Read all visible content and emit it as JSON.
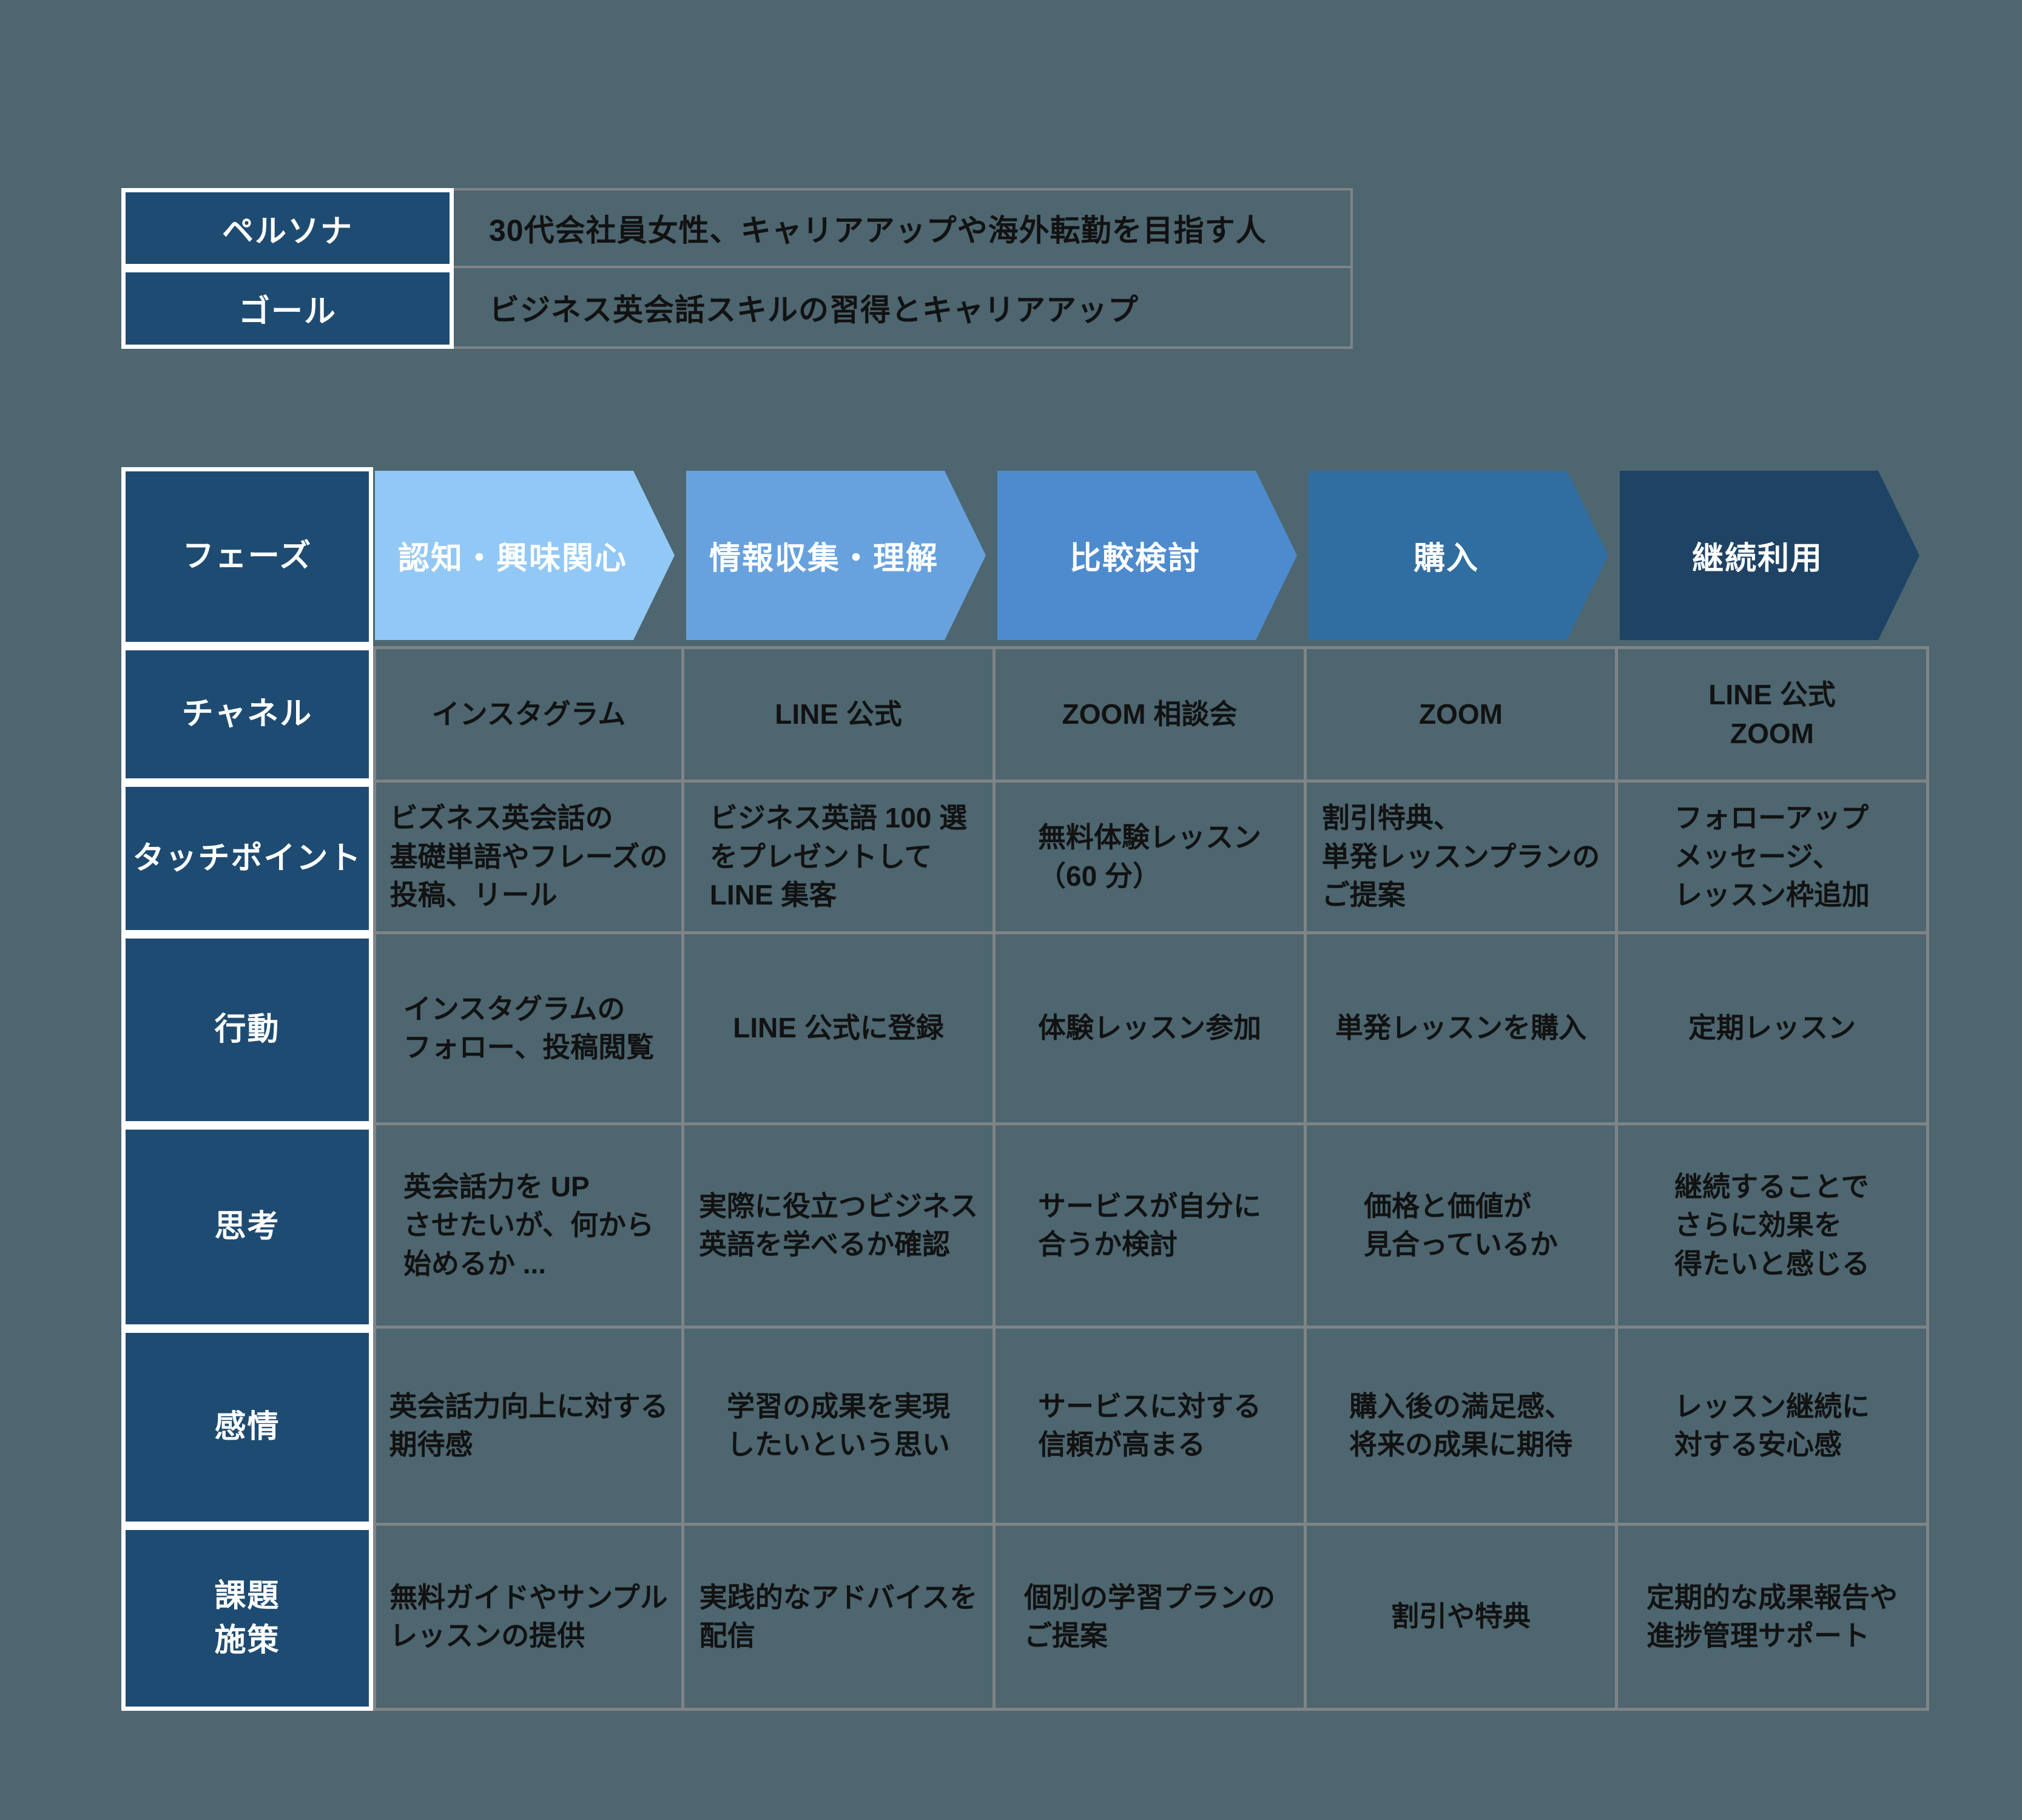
{
  "colors": {
    "background": "#4d6670",
    "header_navy": "#1e4b72",
    "grid_gray": "#7f8487",
    "text_black": "#121212",
    "text_white": "#ffffff",
    "phase_arrow_colors": [
      "#92c8f5",
      "#67a2de",
      "#4d8bce",
      "#306da1",
      "#1e4365"
    ]
  },
  "info_table": {
    "persona_label": "ペルソナ",
    "persona_value": "30代会社員女性、キャリアアップや海外転勤を目指す人",
    "goal_label": "ゴール",
    "goal_value": "ビジネス英会話スキルの習得とキャリアアップ"
  },
  "journey": {
    "row_headers": {
      "phase": "フェーズ",
      "channel": "チャネル",
      "touchpoint": "タッチポイント",
      "action": "行動",
      "thinking": "思考",
      "emotion": "感情",
      "initiatives": "課題\n施策"
    },
    "phases": [
      "認知・興味関心",
      "情報収集・理解",
      "比較検討",
      "購入",
      "継続利用"
    ],
    "channel": [
      "インスタグラム",
      "LINE 公式",
      "ZOOM 相談会",
      "ZOOM",
      "LINE 公式\nZOOM"
    ],
    "touchpoint": [
      "ビズネス英会話の\n基礎単語やフレーズの\n投稿、リール",
      "ビジネス英語 100 選\nをプレゼントして\nLINE 集客",
      "無料体験レッスン\n（60 分）",
      "割引特典、\n単発レッスンプランの\nご提案",
      "フォローアップ\nメッセージ、\nレッスン枠追加"
    ],
    "action": [
      "インスタグラムの\nフォロー、投稿閲覧",
      "LINE 公式に登録",
      "体験レッスン参加",
      "単発レッスンを購入",
      "定期レッスン"
    ],
    "thinking": [
      "英会話力を UP\nさせたいが、何から\n始めるか ...",
      "実際に役立つビジネス\n英語を学べるか確認",
      "サービスが自分に\n合うか検討",
      "価格と価値が\n見合っているか",
      "継続することで\nさらに効果を\n得たいと感じる"
    ],
    "emotion": [
      "英会話力向上に対する\n期待感",
      "学習の成果を実現\nしたいという思い",
      "サービスに対する\n信頼が高まる",
      "購入後の満足感、\n将来の成果に期待",
      "レッスン継続に\n対する安心感"
    ],
    "initiatives": [
      "無料ガイドやサンプル\nレッスンの提供",
      "実践的なアドバイスを\n配信",
      "個別の学習プランの\nご提案",
      "割引や特典",
      "定期的な成果報告や\n進捗管理サポート"
    ]
  }
}
